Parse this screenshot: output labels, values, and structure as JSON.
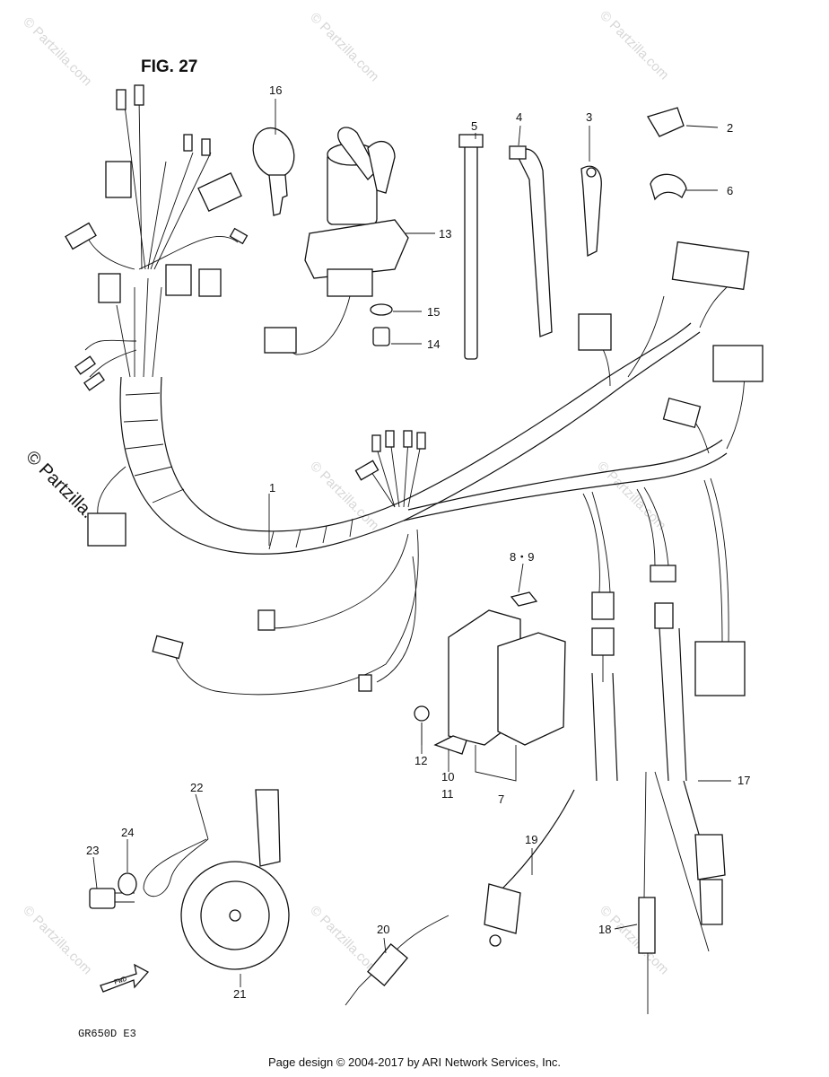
{
  "figure": {
    "title": "FIG. 27",
    "model_code": "GR650D  E3"
  },
  "watermark": {
    "text": "© Partzilla.com",
    "side_text": "© Partzilla.com"
  },
  "footer": {
    "text": "Page design © 2004-2017 by ARI Network Services, Inc."
  },
  "callouts": [
    {
      "id": "c1",
      "label": "1"
    },
    {
      "id": "c2",
      "label": "2"
    },
    {
      "id": "c3",
      "label": "3"
    },
    {
      "id": "c4",
      "label": "4"
    },
    {
      "id": "c5",
      "label": "5"
    },
    {
      "id": "c6",
      "label": "6"
    },
    {
      "id": "c7",
      "label": "7"
    },
    {
      "id": "c89",
      "label": "8・9"
    },
    {
      "id": "c10",
      "label": "10"
    },
    {
      "id": "c11",
      "label": "11"
    },
    {
      "id": "c12",
      "label": "12"
    },
    {
      "id": "c13",
      "label": "13"
    },
    {
      "id": "c14",
      "label": "14"
    },
    {
      "id": "c15",
      "label": "15"
    },
    {
      "id": "c16",
      "label": "16"
    },
    {
      "id": "c17",
      "label": "17"
    },
    {
      "id": "c18",
      "label": "18"
    },
    {
      "id": "c19",
      "label": "19"
    },
    {
      "id": "c20",
      "label": "20"
    },
    {
      "id": "c21",
      "label": "21"
    },
    {
      "id": "c22",
      "label": "22"
    },
    {
      "id": "c23",
      "label": "23"
    },
    {
      "id": "c24",
      "label": "24"
    }
  ],
  "fwd_label": "FWD"
}
